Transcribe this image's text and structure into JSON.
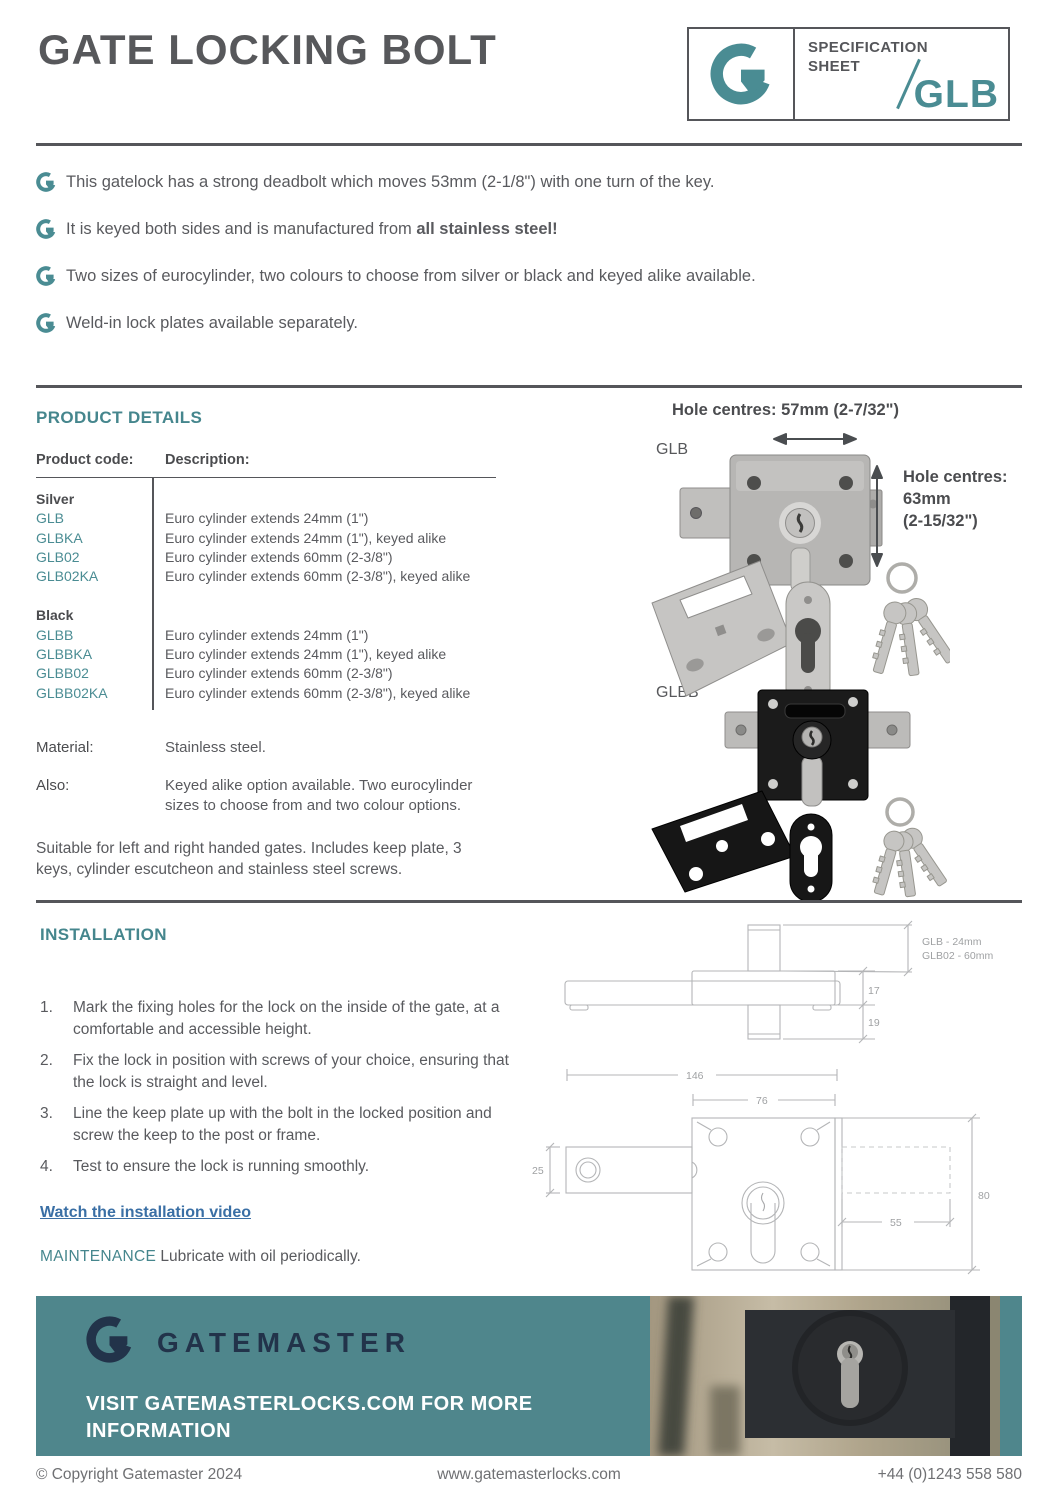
{
  "colors": {
    "accent_teal": "#4A8C93",
    "banner_teal": "#4F868C",
    "brand_navy": "#22334A",
    "body_gray": "#595A5E",
    "link_blue": "#3A6FA5"
  },
  "header": {
    "title": "GATE LOCKING BOLT",
    "spec_label_line1": "SPECIFICATION",
    "spec_label_line2": "SHEET",
    "spec_code": "GLB"
  },
  "features": [
    {
      "text": "This gatelock has a strong deadbolt which moves 53mm (2-1/8\") with one turn of the key.",
      "bold": ""
    },
    {
      "text": "It is keyed both sides and is manufactured from ",
      "bold": "all stainless steel!"
    },
    {
      "text": "Two sizes of eurocylinder, two colours to choose from silver or black and keyed alike available.",
      "bold": ""
    },
    {
      "text": "Weld-in lock plates available separately.",
      "bold": ""
    }
  ],
  "product_details": {
    "heading": "PRODUCT DETAILS",
    "col_code": "Product code:",
    "col_desc": "Description:",
    "groups": [
      {
        "name": "Silver",
        "rows": [
          {
            "code": "GLB",
            "desc": "Euro cylinder extends 24mm (1\")"
          },
          {
            "code": "GLBKA",
            "desc": "Euro cylinder extends 24mm (1\"), keyed alike"
          },
          {
            "code": "GLB02",
            "desc": "Euro cylinder extends 60mm (2-3/8\")"
          },
          {
            "code": "GLB02KA",
            "desc": "Euro cylinder extends 60mm (2-3/8\"), keyed alike"
          }
        ]
      },
      {
        "name": "Black",
        "rows": [
          {
            "code": "GLBB",
            "desc": "Euro cylinder extends 24mm (1\")"
          },
          {
            "code": "GLBBKA",
            "desc": "Euro cylinder extends 24mm (1\"), keyed alike"
          },
          {
            "code": "GLBB02",
            "desc": "Euro cylinder extends 60mm (2-3/8\")"
          },
          {
            "code": "GLBB02KA",
            "desc": "Euro cylinder extends 60mm (2-3/8\"), keyed alike"
          }
        ]
      }
    ],
    "material_label": "Material:",
    "material_value": "Stainless steel.",
    "also_label": "Also:",
    "also_value": "Keyed alike option available. Two eurocylinder sizes to choose from and two colour options.",
    "note": "Suitable for left and right handed gates. Includes keep plate, 3 keys, cylinder escutcheon and stainless steel screws."
  },
  "product_images": {
    "hole_centres_horizontal": "Hole centres: 57mm (2-7/32\")",
    "glb_label": "GLB",
    "hole_centres_vertical_line1": "Hole centres:",
    "hole_centres_vertical_line2": "63mm",
    "hole_centres_vertical_line3": "(2-15/32\")",
    "glbb_label": "GLBB"
  },
  "installation": {
    "heading": "INSTALLATION",
    "steps": [
      "Mark the fixing holes for the lock on the inside of the gate, at a comfortable and accessible height.",
      "Fix the lock in position with screws of your choice, ensuring that the lock is straight and level.",
      "Line the keep plate up with the bolt in the locked position and screw the keep to the post or frame.",
      "Test to ensure the lock is running smoothly."
    ],
    "video_link_label": "Watch the installation video",
    "maintenance_label": "MAINTENANCE",
    "maintenance_text": " Lubricate with oil periodically."
  },
  "drawing": {
    "annotation_line1": "GLB - 24mm",
    "annotation_line2": "GLB02 - 60mm",
    "dim_body_depth": "17",
    "dim_cyl_below": "19",
    "dim_total_width": "146",
    "dim_body_width": "76",
    "dim_bolt_height": "25",
    "dim_body_height": "80",
    "dim_bolt_throw": "55"
  },
  "banner": {
    "brand": "GATEMASTER",
    "cta_line1": "VISIT GATEMASTERLOCKS.COM FOR MORE",
    "cta_line2": "INFORMATION"
  },
  "footer": {
    "copyright": "© Copyright Gatemaster 2024",
    "website": "www.gatemasterlocks.com",
    "phone": "+44 (0)1243 558 580"
  }
}
